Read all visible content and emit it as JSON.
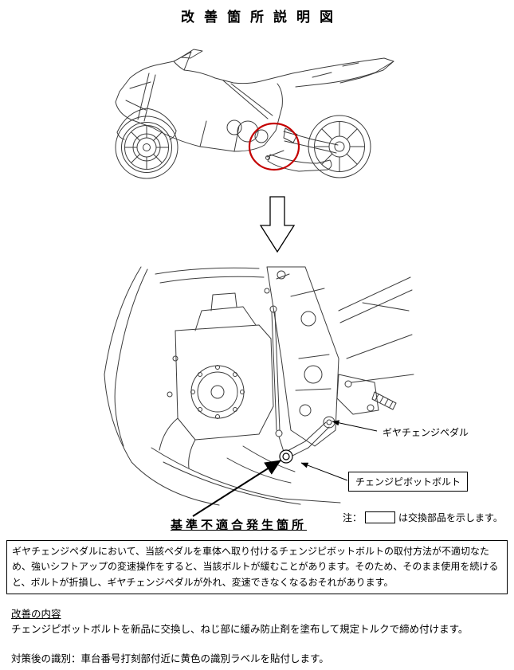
{
  "title": "改善箇所説明図",
  "labels": {
    "gear_change_pedal": "ギヤチェンジペダル",
    "change_pivot_bolt": "チェンジピボットボルト",
    "nonconformity_location": "基準不適合発生箇所",
    "note_prefix": "注：",
    "note_suffix": "は交換部品を示します。"
  },
  "description_box": "ギヤチェンジペダルにおいて、当該ペダルを車体へ取り付けるチェンジピボットボルトの取付方法が不適切なため、強いシフトアップの変速操作をすると、当該ボルトが緩むことがあります。そのため、そのまま使用を続けると、ボルトが折損し、ギヤチェンジペダルが外れ、変速できなくなるおそれがあります。",
  "improvement": {
    "heading": "改善の内容",
    "body": "チェンジピボットボルトを新品に交換し、ねじ部に緩み防止剤を塗布して規定トルクで締め付けます。"
  },
  "identification": "対策後の識別：車台番号打刻部付近に黄色の識別ラベルを貼付します。",
  "colors": {
    "highlight_circle": "#c40000",
    "line_art": "#3c3c3c"
  }
}
